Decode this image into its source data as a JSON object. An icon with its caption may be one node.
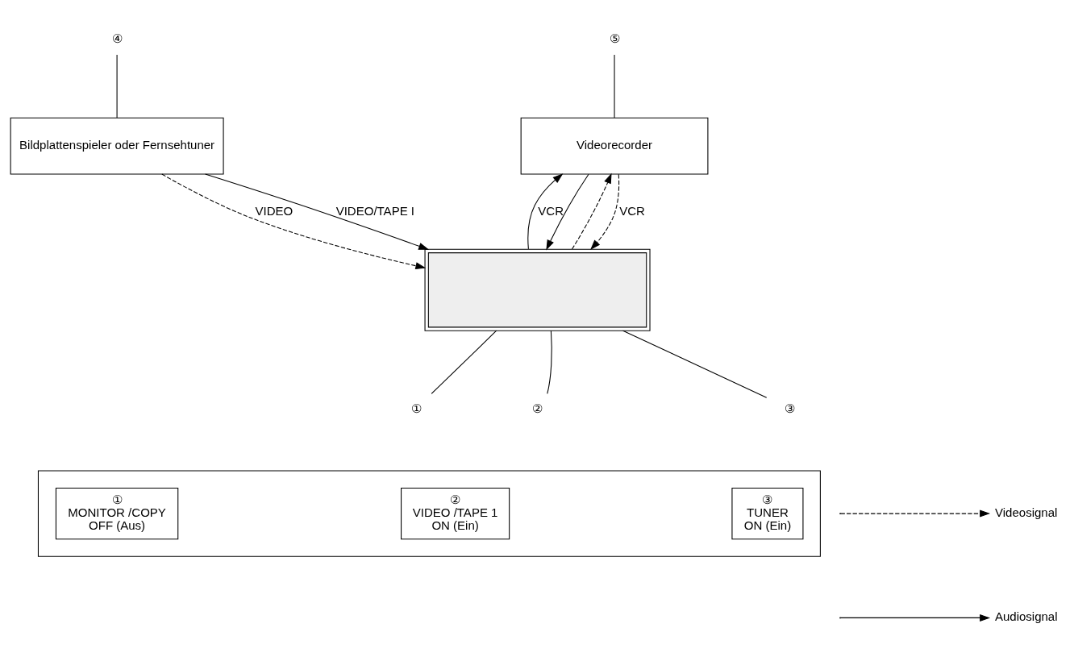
{
  "diagram": {
    "nodes": [
      {
        "text": [
          "Bildplattenspieler oder Fernsehtuner"
        ]
      },
      {
        "text": [
          "④"
        ]
      },
      {
        "text": [
          "Videorecorder"
        ]
      },
      {
        "text": [
          "⑤"
        ]
      },
      {
        "text": [],
        "shape": "picture"
      },
      {
        "text": [
          "①"
        ]
      },
      {
        "text": [
          "②"
        ]
      },
      {
        "text": [
          "③"
        ]
      },
      {
        "text": [],
        "shape": "box"
      },
      {
        "text": [
          "①",
          "MONITOR /COPY",
          "OFF (Aus)"
        ],
        "in": 8
      },
      {
        "text": [
          "②",
          "VIDEO /TAPE 1",
          "ON (Ein)"
        ],
        "in": 8
      },
      {
        "text": [
          "③",
          "TUNER",
          "ON (Ein)"
        ],
        "in": 8
      }
    ],
    "edges": [
      {
        "from": 1,
        "to": 0,
        "arrow": "none"
      },
      {
        "from": 3,
        "to": 2,
        "arrow": "none"
      },
      {
        "from": 0,
        "to": 4,
        "arrow": "to",
        "style": "dashed",
        "label": "VIDEO"
      },
      {
        "from": 0,
        "to": 4,
        "arrow": "to",
        "label": "VIDEO/TAPE I"
      },
      {
        "from": 2,
        "to": 4,
        "arrow": "to"
      },
      {
        "from": 2,
        "to": 4,
        "arrow": "to",
        "style": "dashed",
        "label": "VCR"
      },
      {
        "from": 4,
        "to": 2,
        "arrow": "to",
        "style": "dashed"
      },
      {
        "from": 4,
        "to": 2,
        "arrow": "to",
        "label": "VCR"
      },
      {
        "from": 5,
        "to": 4,
        "arrow": "none"
      },
      {
        "from": 6,
        "to": 4,
        "arrow": "none"
      },
      {
        "from": 7,
        "to": 4,
        "arrow": "none"
      }
    ],
    "legend": [
      {
        "text": "Videosignal"
      },
      {
        "text": "Audiosignal"
      }
    ]
  }
}
